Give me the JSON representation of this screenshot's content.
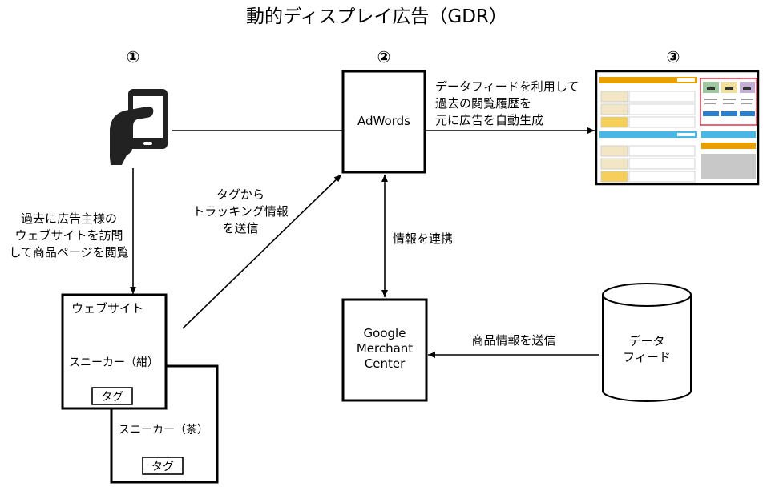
{
  "title": "動的ディスプレイ広告（GDR）",
  "steps": [
    "①",
    "②",
    "③"
  ],
  "adwords": {
    "label": "AdWords"
  },
  "auto_generate_lines": [
    "データフィードを利用して",
    "過去の閲覧履歴を",
    "元に広告を自動生成"
  ],
  "visit_lines": [
    "過去に広告主様の",
    "ウェブサイトを訪問",
    "して商品ページを閲覧"
  ],
  "tag_send_lines": [
    "タグから",
    "トラッキング情報",
    "を送信"
  ],
  "website": {
    "title": "ウェブサイト",
    "product": "スニーカー（紺）",
    "tag": "タグ"
  },
  "page2": {
    "product": "スニーカー（茶）",
    "tag": "タグ"
  },
  "link_label": "情報を連携",
  "gmc_lines": [
    "Google",
    "Merchant",
    "Center"
  ],
  "product_send_label": "商品情報を送信",
  "datafeed_lines": [
    "データ",
    "フィード"
  ],
  "icons": {
    "user": "smartphone-in-hand-icon",
    "ad_preview": "display-ad-preview"
  },
  "colors": {
    "orange_bar": "#e8a000",
    "blue_bar": "#4ab6e6",
    "beige_cell": "#f2e6c4",
    "yellow_cell": "#f5cf5a",
    "highlight_frame": "#e0304a",
    "button": "#2a7fd0"
  }
}
